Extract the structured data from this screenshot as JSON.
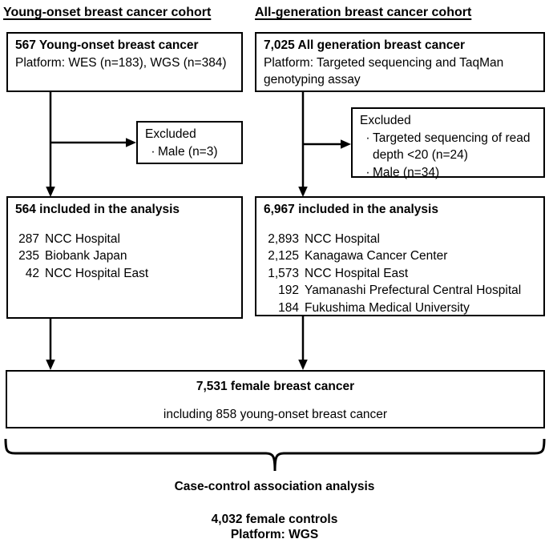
{
  "bullet_char": "·",
  "colors": {
    "line": "#000000",
    "text": "#000000",
    "background": "#ffffff"
  },
  "left_cohort": {
    "heading": "Young-onset breast cancer cohort",
    "source_box": {
      "title": "567 Young-onset breast cancer",
      "platform": "Platform: WES (n=183), WGS (n=384)"
    },
    "excluded_box": {
      "title": "Excluded",
      "items": [
        "Male (n=3)"
      ]
    },
    "included_box": {
      "title": "564 included in the analysis",
      "rows": [
        {
          "count": "287",
          "site": "NCC Hospital"
        },
        {
          "count": "235",
          "site": "Biobank Japan"
        },
        {
          "count": "42",
          "site": "NCC Hospital East"
        }
      ]
    }
  },
  "right_cohort": {
    "heading": "All-generation breast cancer cohort",
    "source_box": {
      "title": "7,025 All generation breast cancer",
      "platform": "Platform: Targeted sequencing and TaqMan genotyping assay"
    },
    "excluded_box": {
      "title": "Excluded",
      "items": [
        "Targeted sequencing of read depth <20 (n=24)",
        "Male (n=34)"
      ]
    },
    "included_box": {
      "title": "6,967 included in the analysis",
      "rows": [
        {
          "count": "2,893",
          "site": "NCC Hospital"
        },
        {
          "count": "2,125",
          "site": "Kanagawa Cancer Center"
        },
        {
          "count": "1,573",
          "site": "NCC Hospital East"
        },
        {
          "count": "192",
          "site": "Yamanashi Prefectural Central Hospital"
        },
        {
          "count": "184",
          "site": "Fukushima Medical University"
        }
      ]
    }
  },
  "combined_box": {
    "title": "7,531 female breast cancer",
    "subtitle": "including 858 young-onset breast cancer"
  },
  "footer": {
    "analysis": "Case-control association analysis",
    "controls": "4,032 female controls",
    "platform": "Platform: WGS"
  }
}
